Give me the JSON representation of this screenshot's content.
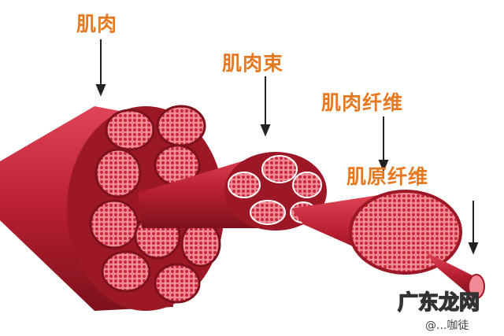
{
  "labels": {
    "muscle": "肌肉",
    "fascicle": "肌肉束",
    "muscle_fiber": "肌肉纤维",
    "myofibril": "肌原纤维"
  },
  "watermark": {
    "logo": "广东龙网",
    "handle": "@...咖徒"
  },
  "colors": {
    "label": "#e8781e",
    "muscle": "#c8283a",
    "section": "#e45a6a",
    "dark": "#8a1420"
  }
}
